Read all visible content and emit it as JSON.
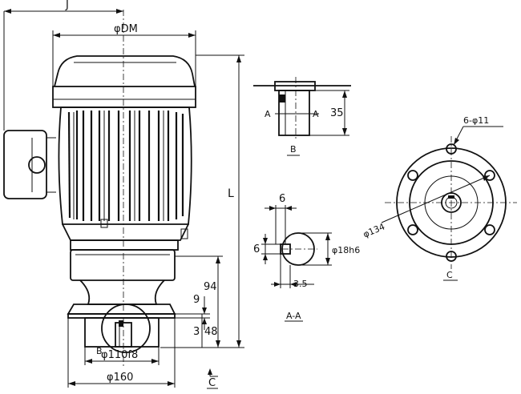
{
  "labels": {
    "j": "J",
    "dm": "φDM",
    "l": "L",
    "d94": "94",
    "d9": "9",
    "d3": "3",
    "d48": "48",
    "d110": "φ110f8",
    "d160": "φ160",
    "d35": "35",
    "d6a": "6",
    "d6b": "6",
    "d18": "φ18h6",
    "d3_5": "3.5",
    "d134": "φ134",
    "holes": "6-φ11",
    "a_left": "A",
    "a_right": "A",
    "b_main": "B",
    "b_detail": "B",
    "section_aa": "A-A",
    "view_c": "C",
    "c_arrow": "C"
  }
}
